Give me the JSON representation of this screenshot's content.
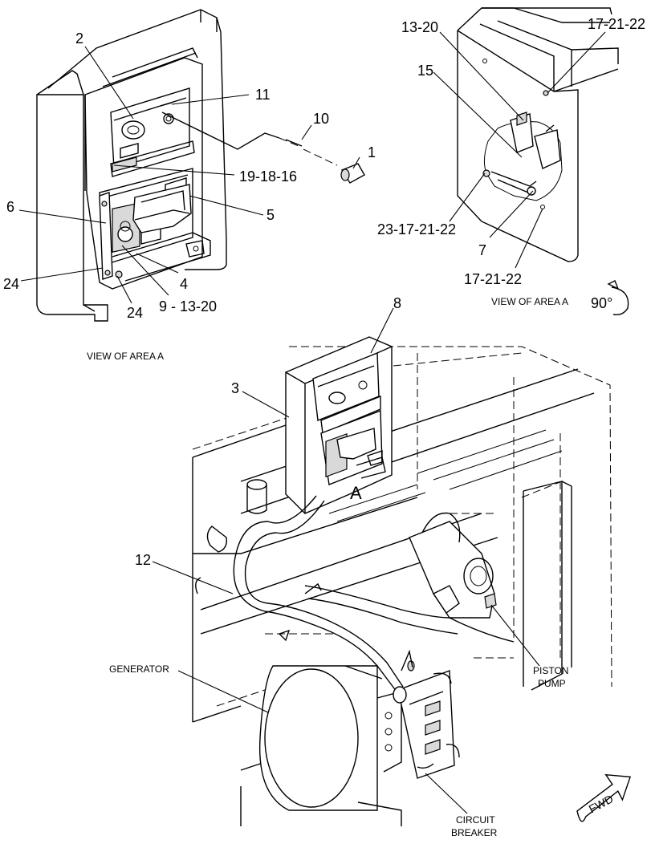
{
  "callouts": {
    "c1": "1",
    "c2": "2",
    "c3": "3",
    "c4": "4",
    "c5": "5",
    "c6": "6",
    "c7": "7",
    "c8": "8",
    "c10": "10",
    "c11": "11",
    "c12": "12",
    "c13_20": "13-20",
    "c15": "15",
    "c17_21_22_top": "17-21-22",
    "c17_21_22_bot": "17-21-22",
    "c19_18_16": "19-18-16",
    "c23_17_21_22": "23-17-21-22",
    "c24_left": "24",
    "c24_bottom": "24",
    "c9_13_20": "9 - 13-20",
    "area_a": "A"
  },
  "captions": {
    "view_left": "VIEW OF AREA  A",
    "view_right": "VIEW OF AREA  A",
    "rotation": "90°"
  },
  "labels": {
    "generator": "GENERATOR",
    "piston_pump_1": "PISTON",
    "piston_pump_2": "PUMP",
    "circuit_breaker_1": "CIRCUIT",
    "circuit_breaker_2": "BREAKER",
    "fwd": "FWD"
  }
}
